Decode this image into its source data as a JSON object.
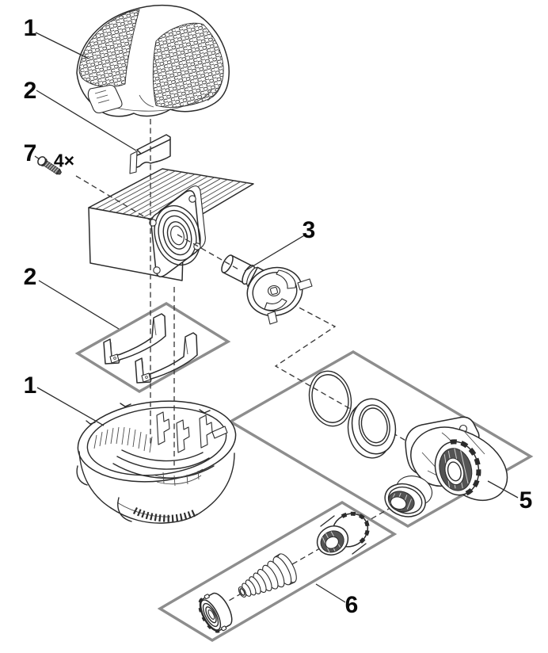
{
  "diagram": {
    "background": "#ffffff",
    "colors": {
      "line": "#2b2b2b",
      "frame_gray": "#8d8d8d",
      "thread_dark": "#545454",
      "label_text": "#0a0a0a"
    },
    "labels": [
      {
        "text": "1"
      },
      {
        "text": "2"
      },
      {
        "text": "7"
      },
      {
        "text": "4×"
      },
      {
        "text": "2"
      },
      {
        "text": "1"
      },
      {
        "text": "3"
      },
      {
        "text": "5"
      },
      {
        "text": "6"
      }
    ]
  }
}
